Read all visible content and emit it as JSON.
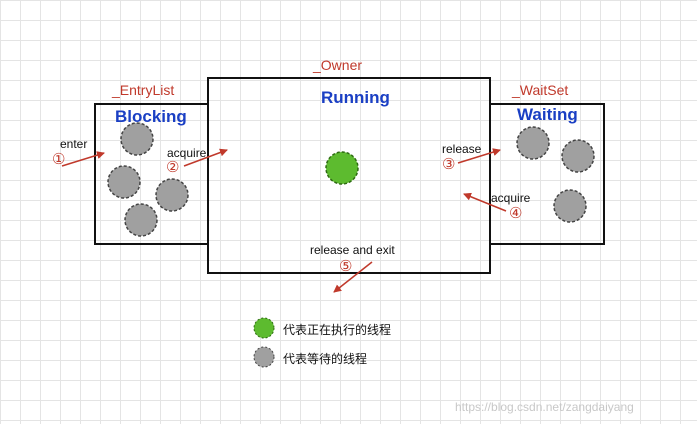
{
  "diagram": {
    "sections": {
      "entry_list": "_EntryList",
      "owner": "_Owner",
      "wait_set": "_WaitSet"
    },
    "states": {
      "blocking": "Blocking",
      "running": "Running",
      "waiting": "Waiting"
    },
    "transitions": [
      {
        "label": "enter",
        "number": "①"
      },
      {
        "label": "acquire",
        "number": "②"
      },
      {
        "label": "release",
        "number": "③"
      },
      {
        "label": "acquire",
        "number": "④"
      },
      {
        "label": "release and exit",
        "number": "⑤"
      }
    ],
    "legend": [
      {
        "text": "代表正在执行的线程",
        "color": "#5dbb2f"
      },
      {
        "text": "代表等待的线程",
        "color": "#a0a0a0"
      }
    ],
    "watermark": "https://blog.csdn.net/zangdaiyang",
    "colors": {
      "section_label": "#c0392b",
      "state_label": "#1a3fc4",
      "arrow": "#c0392b",
      "running_thread": "#5dbb2f",
      "waiting_thread": "#a0a0a0"
    }
  }
}
